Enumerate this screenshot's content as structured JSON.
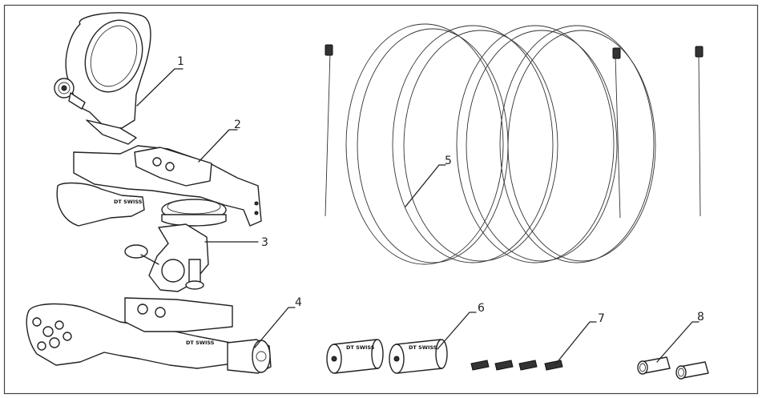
{
  "figure": {
    "parts": [
      {
        "id": "1",
        "label": "1"
      },
      {
        "id": "2",
        "label": "2"
      },
      {
        "id": "3",
        "label": "3"
      },
      {
        "id": "4",
        "label": "4"
      },
      {
        "id": "5",
        "label": "5"
      },
      {
        "id": "6",
        "label": "6"
      },
      {
        "id": "7",
        "label": "7"
      },
      {
        "id": "8",
        "label": "8"
      }
    ],
    "brand_marks": {
      "remote_body": "DT SWISS",
      "remote_lever": "DT SWISS",
      "ferrule_a": "DT SWISS",
      "ferrule_b": "DT SWISS"
    }
  }
}
